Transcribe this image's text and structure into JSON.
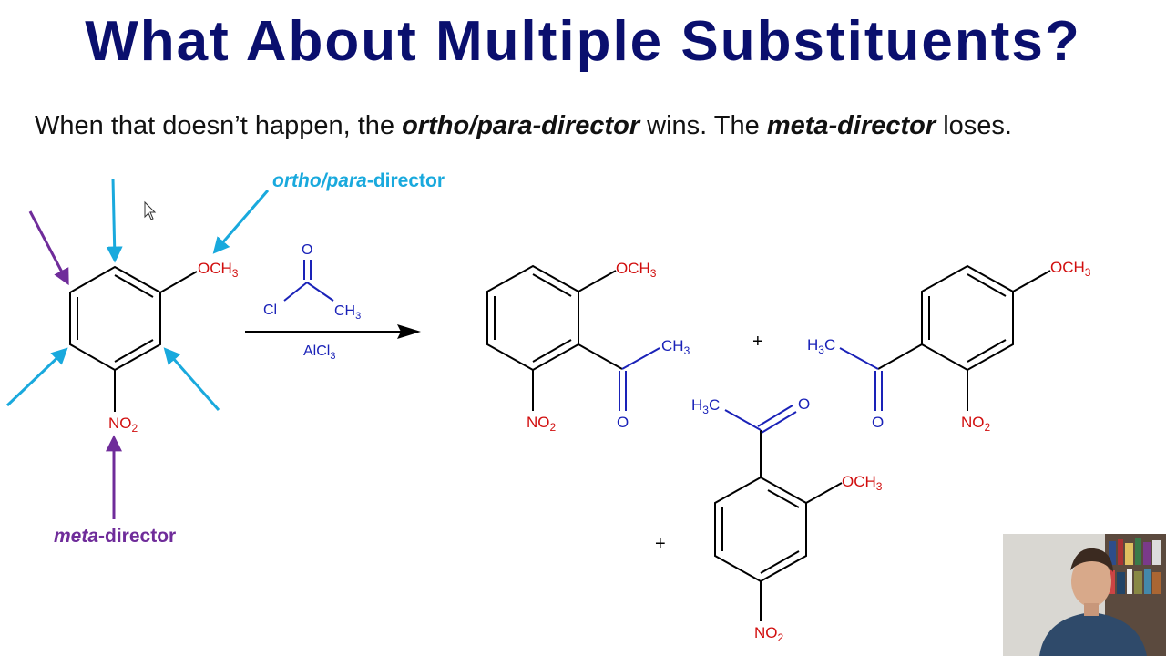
{
  "slide": {
    "title": "What About Multiple Substituents?",
    "subtitle_pre": "When that doesn’t happen, the ",
    "subtitle_em1": "ortho/para-director",
    "subtitle_mid": " wins. The ",
    "subtitle_em2": "meta-director",
    "subtitle_post": " loses."
  },
  "reactant": {
    "och3": "OCH",
    "och3_sub": "3",
    "no2": "NO",
    "no2_sub": "2",
    "label_op_italic": "ortho/para",
    "label_op_rest": "-director",
    "label_meta_italic": "meta",
    "label_meta_rest": "-director"
  },
  "reagent": {
    "o": "O",
    "cl": "Cl",
    "ch3": "CH",
    "ch3_sub": "3",
    "catalyst": "AlCl",
    "catalyst_sub": "3"
  },
  "product1": {
    "och3": "OCH",
    "och3_sub": "3",
    "ch3": "CH",
    "ch3_sub": "3",
    "o": "O",
    "no2": "NO",
    "no2_sub": "2"
  },
  "product2": {
    "och3": "OCH",
    "och3_sub": "3",
    "h3c_h": "H",
    "h3c_sub": "3",
    "h3c_c": "C",
    "o": "O",
    "no2": "NO",
    "no2_sub": "2"
  },
  "product3": {
    "och3": "OCH",
    "och3_sub": "3",
    "h3c_h": "H",
    "h3c_sub": "3",
    "h3c_c": "C",
    "o": "O",
    "no2": "NO",
    "no2_sub": "2"
  },
  "plus1": "+",
  "plus2": "+",
  "colors": {
    "title": "#0a0f6e",
    "substituent_red": "#d10e0e",
    "reagent_blue": "#1a22b8",
    "ortho_para_cyan": "#19a9dd",
    "meta_purple": "#6f2c9a"
  }
}
